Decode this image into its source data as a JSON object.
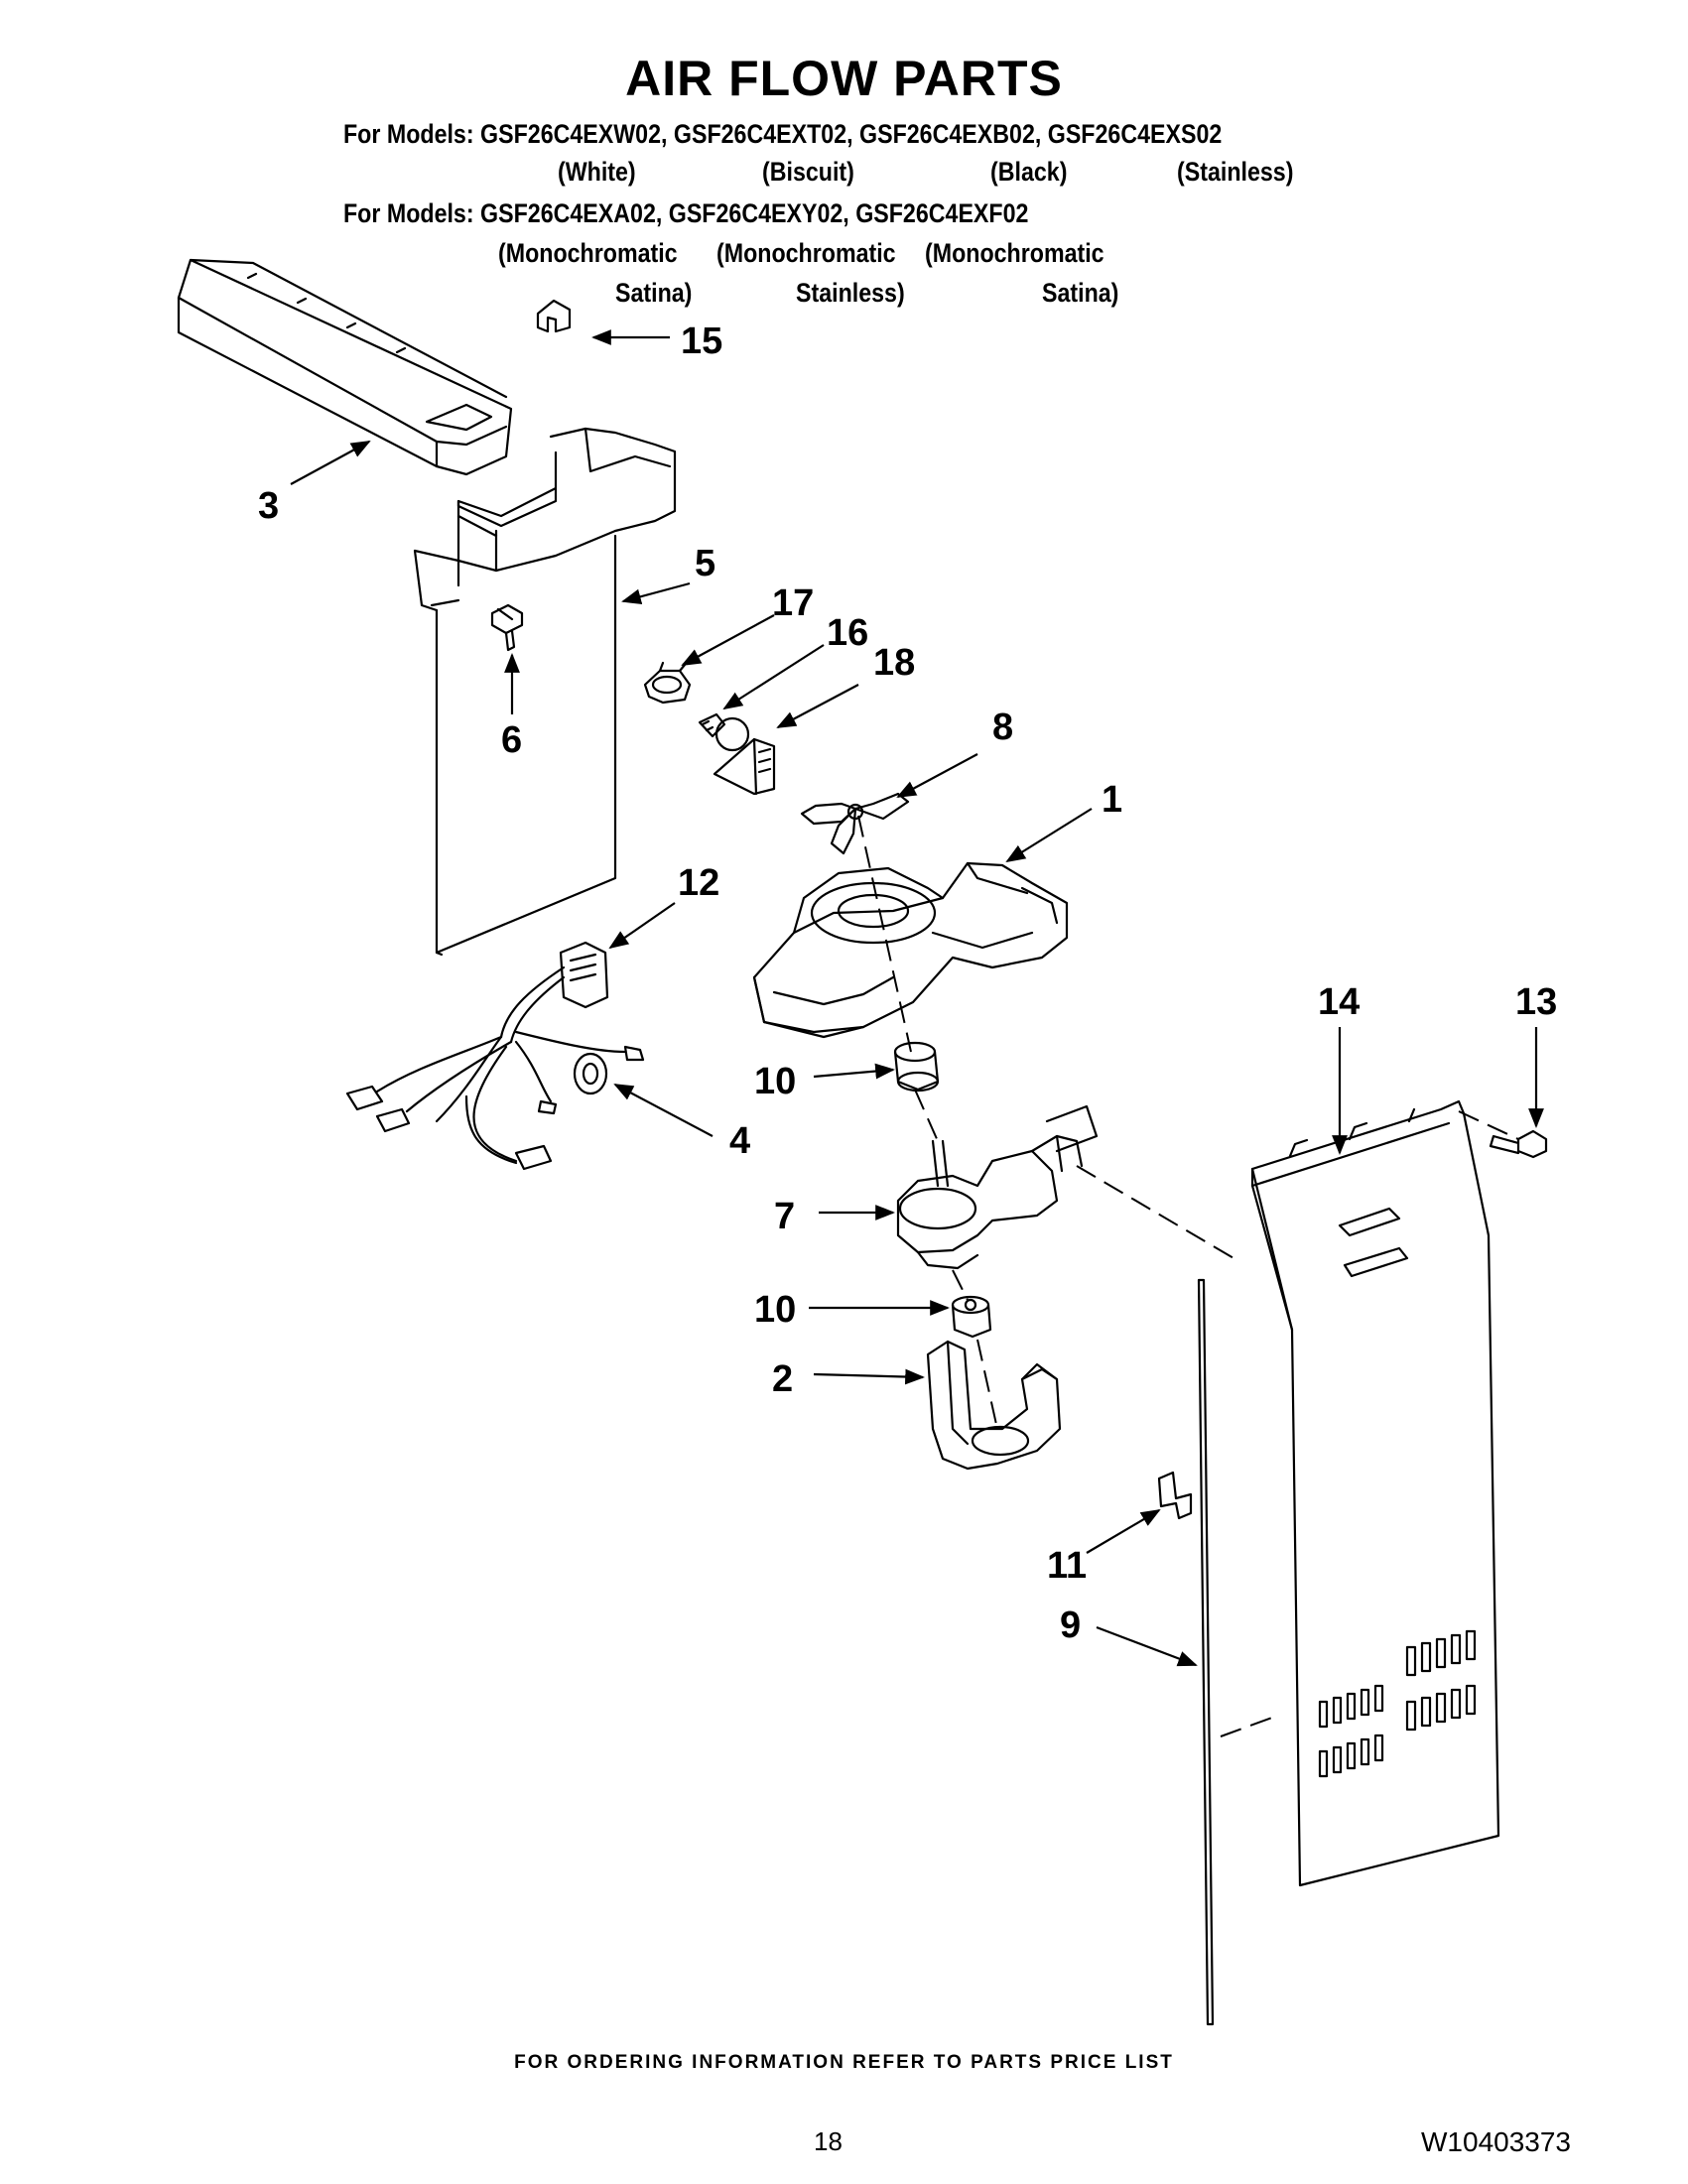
{
  "title": "AIR FLOW PARTS",
  "models_1": {
    "prefix": "For Models:",
    "list": "GSF26C4EXW02, GSF26C4EXT02, GSF26C4EXB02, GSF26C4EXS02",
    "colors": [
      "(White)",
      "(Biscuit)",
      "(Black)",
      "(Stainless)"
    ]
  },
  "models_2": {
    "prefix": "For Models:",
    "list": "GSF26C4EXA02, GSF26C4EXY02, GSF26C4EXF02",
    "colors_line1": [
      "(Monochromatic",
      "(Monochromatic",
      "(Monochromatic"
    ],
    "colors_line2": [
      "Satina)",
      "Stainless)",
      "Satina)"
    ]
  },
  "callouts": [
    "1",
    "2",
    "3",
    "4",
    "5",
    "6",
    "7",
    "8",
    "9",
    "10",
    "10",
    "11",
    "12",
    "13",
    "14",
    "15",
    "16",
    "17",
    "18"
  ],
  "footer": "FOR ORDERING INFORMATION REFER TO PARTS PRICE LIST",
  "page_number": "18",
  "document_number": "W10403373"
}
